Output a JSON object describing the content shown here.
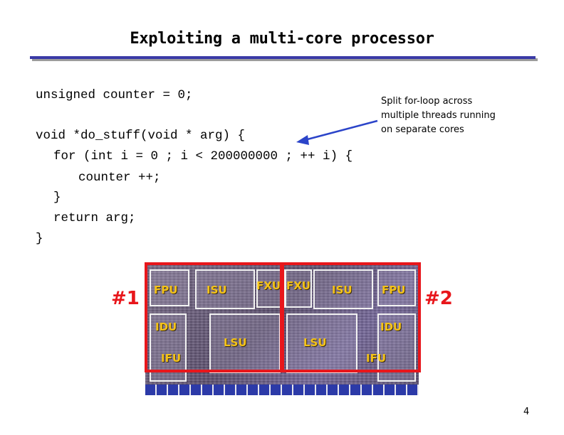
{
  "title": "Exploiting a multi-core processor",
  "code": [
    "unsigned counter = 0;",
    "void *do_stuff(void * arg) {",
    "for (int i = 0 ; i < 200000000 ; ++ i) {",
    "counter ++;",
    "}",
    "return arg;",
    "}"
  ],
  "note": [
    "Split for-loop across",
    "multiple threads running",
    "on separate cores"
  ],
  "chip": {
    "labels": [
      "FPU",
      "ISU",
      "FXU",
      "FXU",
      "ISU",
      "FPU",
      "IDU",
      "IDU",
      "LSU",
      "LSU",
      "IFU",
      "IFU"
    ]
  },
  "cores": [
    "#1",
    "#2"
  ],
  "page_number": "4",
  "colors": {
    "title_rule": "#3a3aa6",
    "arrow": "#2b44c9",
    "core_highlight": "#e8161b",
    "unit_label": "#f4c318"
  }
}
